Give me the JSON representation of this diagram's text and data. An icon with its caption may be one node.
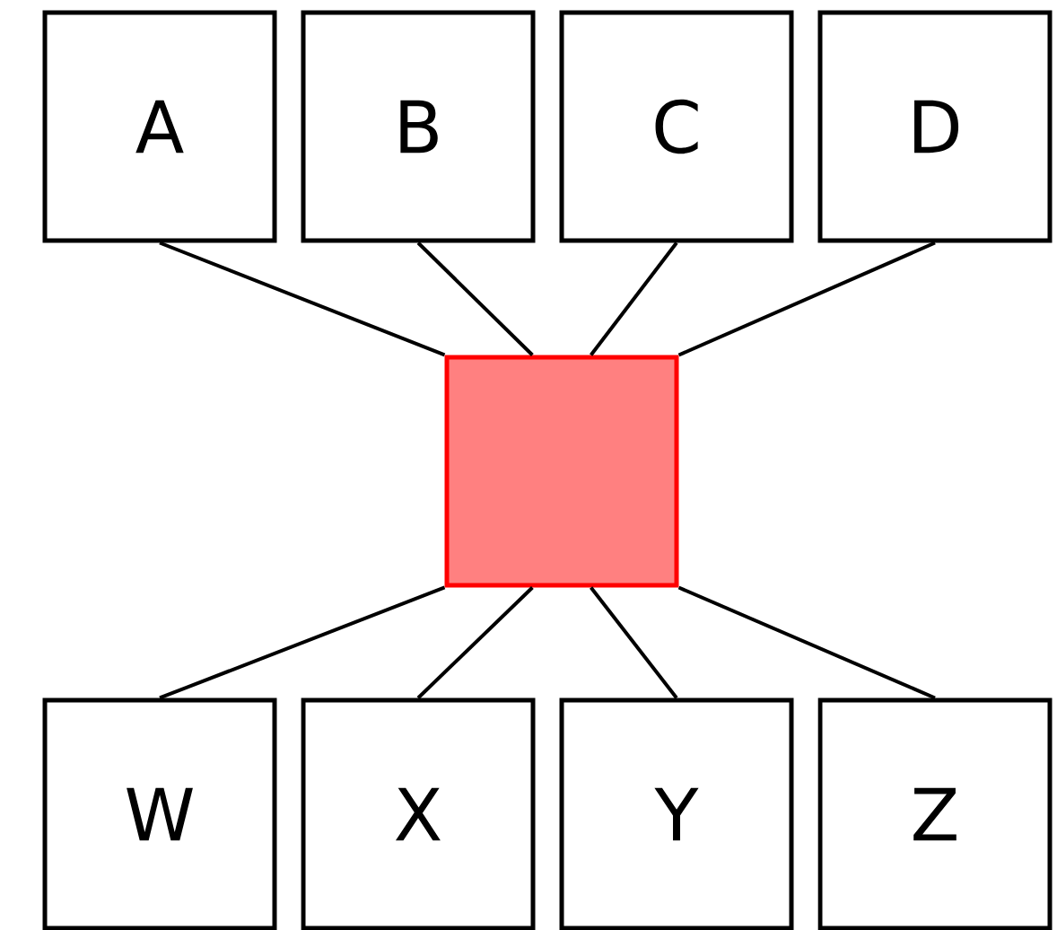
{
  "diagram": {
    "nodes": [
      {
        "text": [
          "A"
        ]
      },
      {
        "text": [
          "B"
        ]
      },
      {
        "text": [
          "C"
        ]
      },
      {
        "text": [
          "D"
        ]
      },
      {
        "text": [],
        "shape": "box"
      },
      {
        "text": [
          "W"
        ]
      },
      {
        "text": [
          "X"
        ]
      },
      {
        "text": [
          "Y"
        ]
      },
      {
        "text": [
          "Z"
        ]
      }
    ],
    "edges": [
      {
        "from": 0,
        "to": 4,
        "arrow": "none"
      },
      {
        "from": 1,
        "to": 4,
        "arrow": "none"
      },
      {
        "from": 2,
        "to": 4,
        "arrow": "none"
      },
      {
        "from": 3,
        "to": 4,
        "arrow": "none"
      },
      {
        "from": 4,
        "to": 5,
        "arrow": "none"
      },
      {
        "from": 4,
        "to": 6,
        "arrow": "none"
      },
      {
        "from": 4,
        "to": 7,
        "arrow": "none"
      },
      {
        "from": 4,
        "to": 8,
        "arrow": "none"
      }
    ]
  }
}
